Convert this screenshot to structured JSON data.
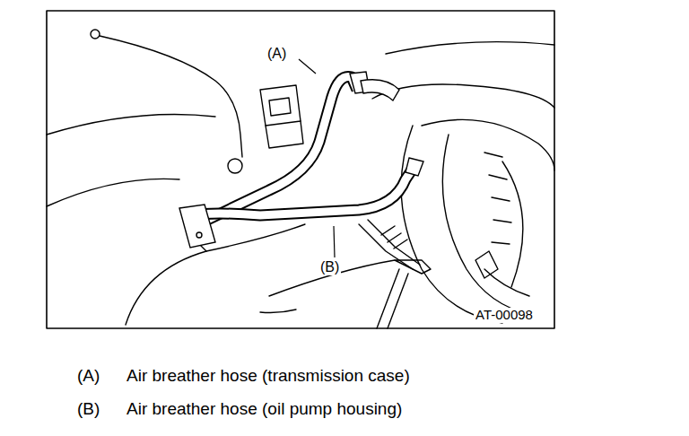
{
  "diagram": {
    "labels": [
      "(A)",
      "(B)",
      "AT-00098",
      "(A)",
      "Air breather hose (transmission case)",
      "(B)",
      "Air breather hose (oil pump housing)"
    ]
  }
}
